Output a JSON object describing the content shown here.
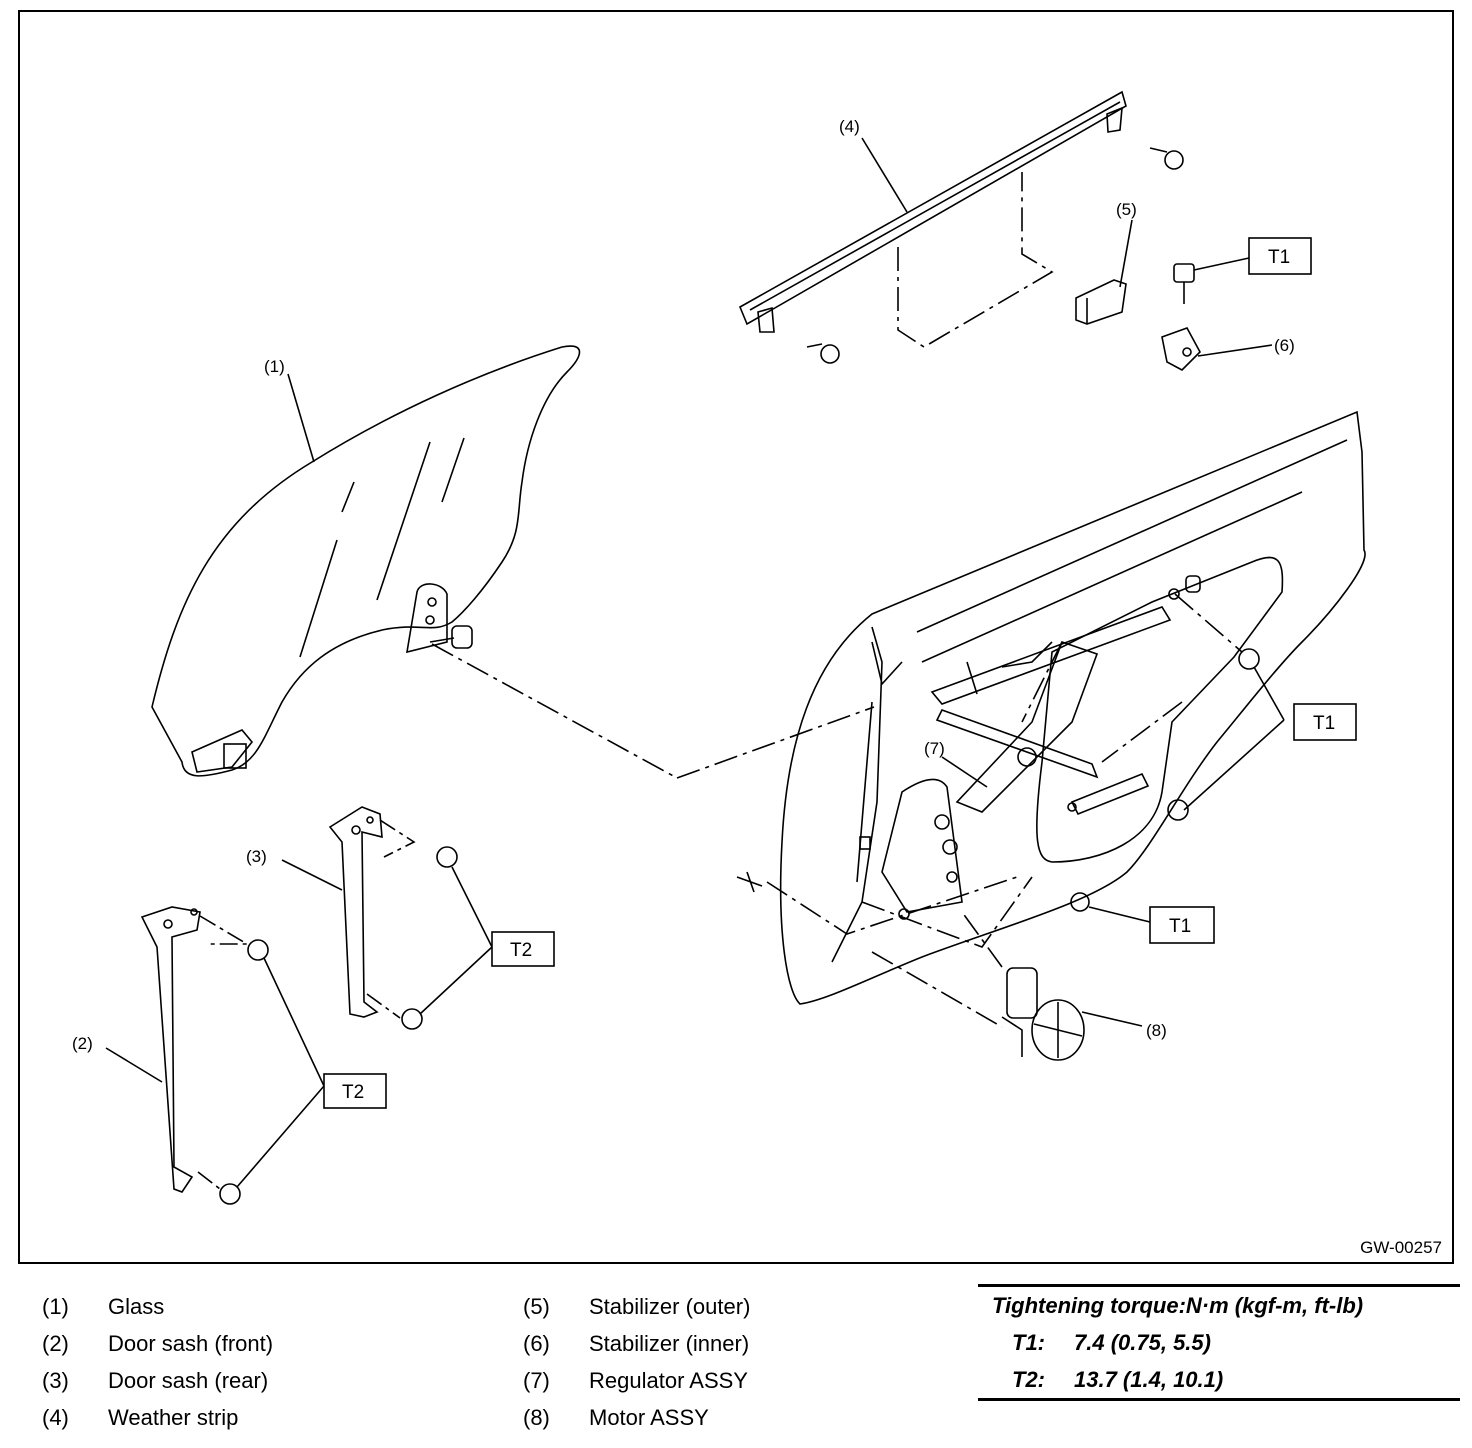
{
  "figure_id": "GW-00257",
  "callouts": {
    "p1": "(1)",
    "p2": "(2)",
    "p3": "(3)",
    "p4": "(4)",
    "p5": "(5)",
    "p6": "(6)",
    "p7": "(7)",
    "p8": "(8)",
    "t1": "T1",
    "t2": "T2"
  },
  "legend_left": [
    {
      "num": "(1)",
      "name": "Glass"
    },
    {
      "num": "(2)",
      "name": "Door sash (front)"
    },
    {
      "num": "(3)",
      "name": "Door sash (rear)"
    },
    {
      "num": "(4)",
      "name": "Weather strip"
    }
  ],
  "legend_right": [
    {
      "num": "(5)",
      "name": "Stabilizer (outer)"
    },
    {
      "num": "(6)",
      "name": "Stabilizer (inner)"
    },
    {
      "num": "(7)",
      "name": "Regulator ASSY"
    },
    {
      "num": "(8)",
      "name": "Motor ASSY"
    }
  ],
  "torque": {
    "title": "Tightening torque:N·m (kgf-m, ft-lb)",
    "rows": [
      {
        "key": "T1:",
        "value": "7.4 (0.75, 5.5)"
      },
      {
        "key": "T2:",
        "value": "13.7 (1.4, 10.1)"
      }
    ]
  }
}
